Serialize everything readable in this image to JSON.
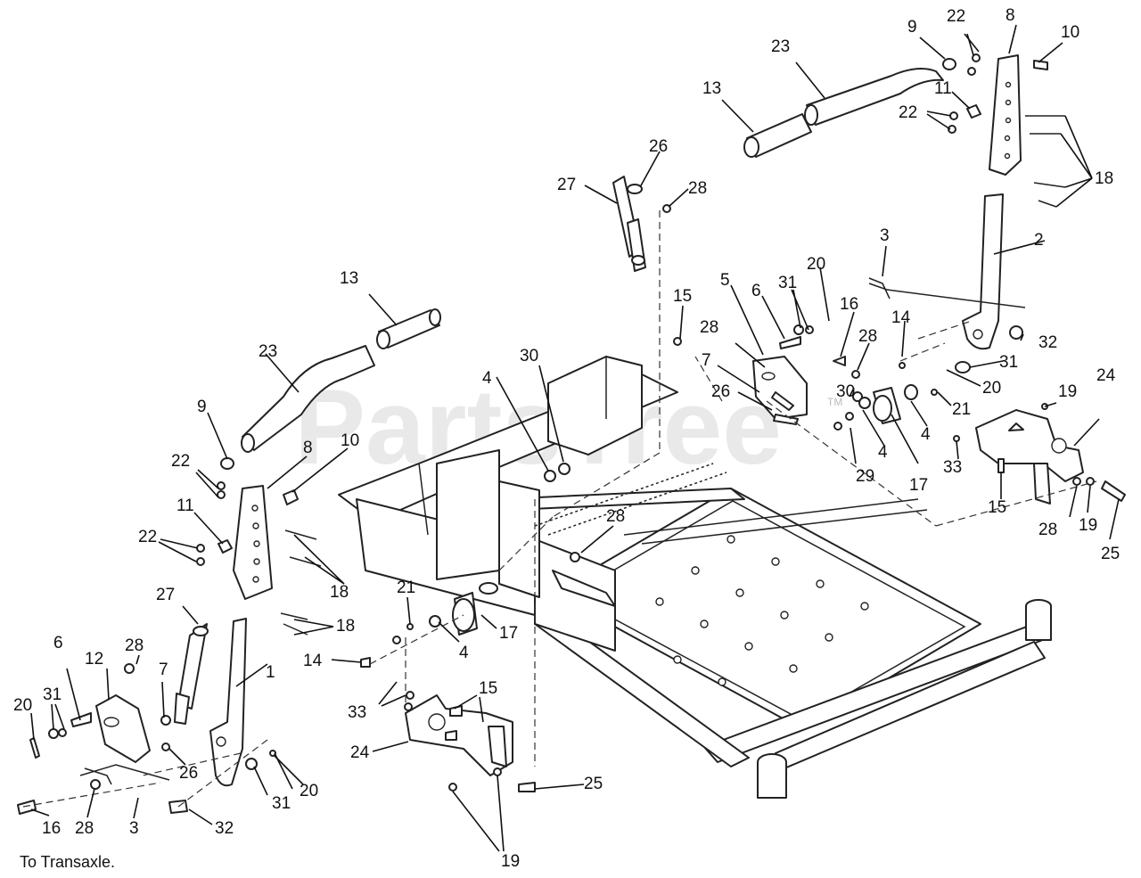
{
  "watermark": "PartsTree",
  "trademark": "TM",
  "note": "To Transaxle.",
  "callouts": [
    {
      "label": "1"
    },
    {
      "label": "2"
    },
    {
      "label": "3"
    },
    {
      "label": "3"
    },
    {
      "label": "4"
    },
    {
      "label": "4"
    },
    {
      "label": "4"
    },
    {
      "label": "4"
    },
    {
      "label": "5"
    },
    {
      "label": "6"
    },
    {
      "label": "6"
    },
    {
      "label": "7"
    },
    {
      "label": "7"
    },
    {
      "label": "8"
    },
    {
      "label": "8"
    },
    {
      "label": "9"
    },
    {
      "label": "9"
    },
    {
      "label": "10"
    },
    {
      "label": "10"
    },
    {
      "label": "11"
    },
    {
      "label": "11"
    },
    {
      "label": "12"
    },
    {
      "label": "13"
    },
    {
      "label": "13"
    },
    {
      "label": "14"
    },
    {
      "label": "14"
    },
    {
      "label": "15"
    },
    {
      "label": "15"
    },
    {
      "label": "15"
    },
    {
      "label": "16"
    },
    {
      "label": "16"
    },
    {
      "label": "17"
    },
    {
      "label": "17"
    },
    {
      "label": "18"
    },
    {
      "label": "18"
    },
    {
      "label": "18"
    },
    {
      "label": "19"
    },
    {
      "label": "19"
    },
    {
      "label": "19"
    },
    {
      "label": "20"
    },
    {
      "label": "20"
    },
    {
      "label": "20"
    },
    {
      "label": "20"
    },
    {
      "label": "21"
    },
    {
      "label": "21"
    },
    {
      "label": "22"
    },
    {
      "label": "22"
    },
    {
      "label": "22"
    },
    {
      "label": "22"
    },
    {
      "label": "23"
    },
    {
      "label": "23"
    },
    {
      "label": "24"
    },
    {
      "label": "24"
    },
    {
      "label": "25"
    },
    {
      "label": "25"
    },
    {
      "label": "26"
    },
    {
      "label": "26"
    },
    {
      "label": "26"
    },
    {
      "label": "27"
    },
    {
      "label": "27"
    },
    {
      "label": "28"
    },
    {
      "label": "28"
    },
    {
      "label": "28"
    },
    {
      "label": "28"
    },
    {
      "label": "28"
    },
    {
      "label": "28"
    },
    {
      "label": "28"
    },
    {
      "label": "29"
    },
    {
      "label": "30"
    },
    {
      "label": "30"
    },
    {
      "label": "31"
    },
    {
      "label": "31"
    },
    {
      "label": "31"
    },
    {
      "label": "31"
    },
    {
      "label": "32"
    },
    {
      "label": "32"
    },
    {
      "label": "33"
    },
    {
      "label": "33"
    }
  ]
}
